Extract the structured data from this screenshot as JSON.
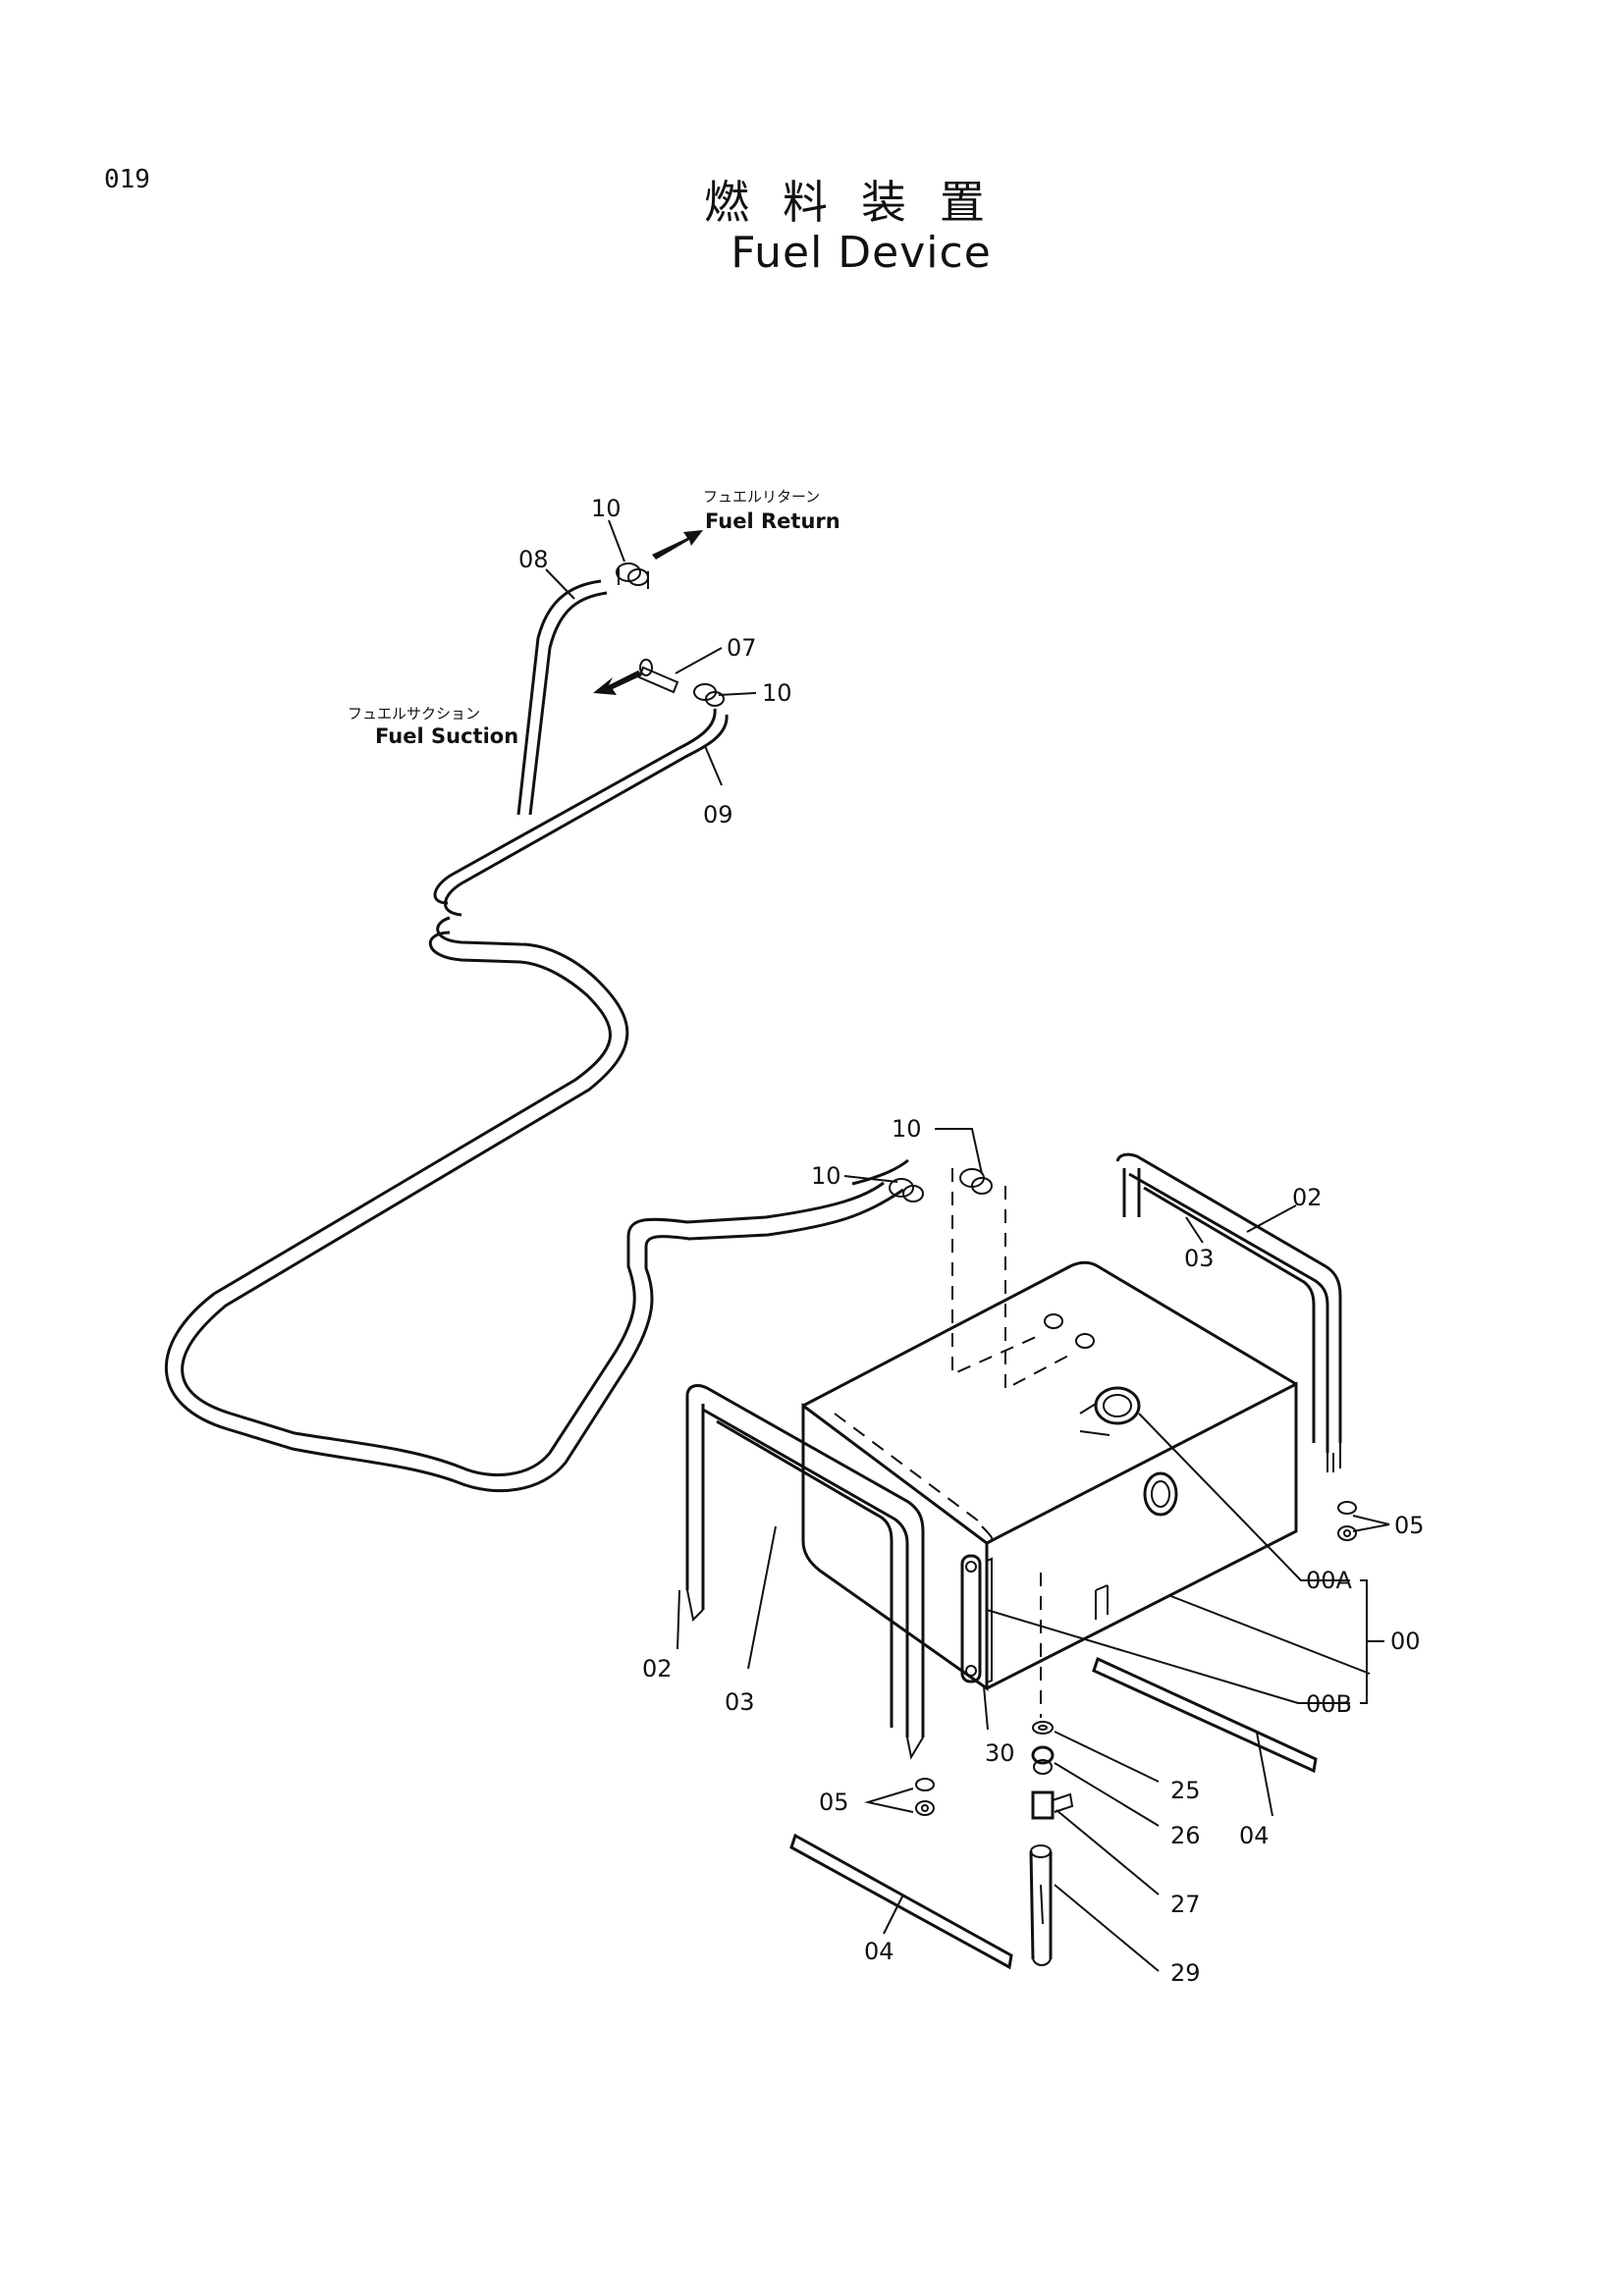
{
  "page_number": "019",
  "title_jp": "燃料装置",
  "title_en": "Fuel Device",
  "flow_notes": {
    "return_jp": "フュエルリターン",
    "return_en": "Fuel Return",
    "suction_jp": "フュエルサクション",
    "suction_en": "Fuel Suction"
  },
  "part_labels": {
    "p10a": "10",
    "p08": "08",
    "p07": "07",
    "p10b": "10",
    "p09": "09",
    "p10c": "10",
    "p10d": "10",
    "p02a": "02",
    "p03a": "03",
    "p05a": "05",
    "p00a": "00A",
    "p00": "00",
    "p00b": "00B",
    "p02b": "02",
    "p03b": "03",
    "p30": "30",
    "p25": "25",
    "p26": "26",
    "p04a": "04",
    "p05b": "05",
    "p27": "27",
    "p29": "29",
    "p04b": "04"
  }
}
